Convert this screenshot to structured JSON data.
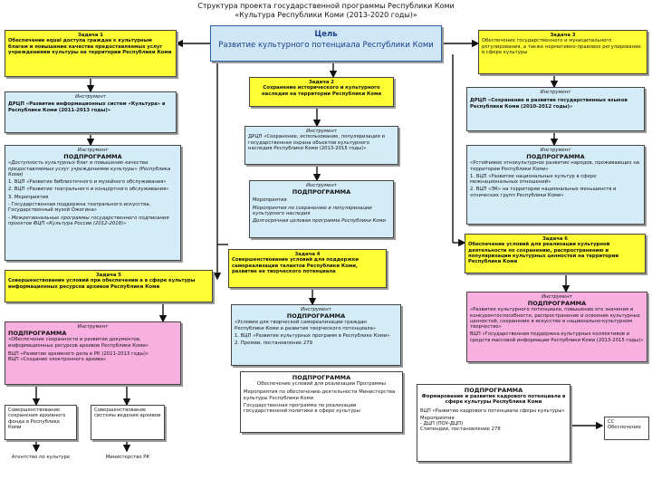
{
  "title": {
    "line1": "Структура проекта государственной программы Республики Коми",
    "line2": "«Культура Республики Коми (2013-2020 годы)»"
  },
  "goal": {
    "label": "Цель",
    "text": "Развитие культурного потенциала Республики Коми"
  },
  "task1": {
    "label": "Задача 1",
    "text": "Обеспечение equal доступа граждан к культурным благам и повышение качества предоставляемых услуг учреждениями культуры на территории Республики Коми"
  },
  "task2": {
    "label": "Задача 2",
    "text": "Сохранение исторического и культурного наследия на территории Республики Коми"
  },
  "task3": {
    "label": "Задача 3",
    "text": "Обеспечение государственного и муниципального регулирования, а также нормативно-правовое регулирование в сфере культуры"
  },
  "task4": {
    "label": "Задача 4",
    "text": "Совершенствование условий для поддержки самореализации талантов Республики Коми, развитие ее творческого потенциала"
  },
  "task5": {
    "label": "Задача 5",
    "text": "Совершенствование условий при обеспечении а в сфере культуры информационных ресурсов архивов Республики Коми"
  },
  "task6": {
    "label": "Задача 6",
    "text": "Обеспечение условий для реализации культурной деятельности по сохранению, распространению и популяризации культурных ценностей на территории Республики Коми"
  },
  "tool1": {
    "label": "Инструмент",
    "text": "ДРЦП «Развитие информационных систем «Культура» в Республике Коми (2011-2013 годы)»"
  },
  "tool2": {
    "label": "Инструмент",
    "text": "ДРЦП «Сохранение и развитие государственных языков Республики Коми (2010-2012 годы)»"
  },
  "tool3": {
    "label": "Инструмент",
    "text": "ДРЦП «Сохранение, использование, популяризация и государственная охрана объектов культурного наследия Республики Коми (2013-2015 годы)»"
  },
  "sub_left": {
    "label": "Инструмент",
    "title": "ПОДПРОГРАММА",
    "lines": [
      "«Доступность культурных благ и повышение качества предоставляемых услуг учреждениями культуры» (Республика Коми)",
      "1.   ВЦП «Развитие библиотечного и музейного обслуживания»",
      "2.   ВЦП «Развитие театрального и концертного обслуживания»",
      "3.   Мероприятия",
      "-    Государственная поддержка театрального искусства, Государственный музей Ожогина»",
      "-    Межрегиональные программы государственного подписания проектов ФЦП «Культура России (2012-2018)»"
    ]
  },
  "sub_mid1": {
    "label": "Инструмент",
    "title": "ПОДПРОГРАММА",
    "lines": [
      "Мероприятия",
      "Мероприятия по сохранению и популяризации культурного наследия",
      "Долгосрочная целевая программа Республики Коми"
    ]
  },
  "sub_right1": {
    "label": "Инструмент",
    "title": "ПОДПРОГРАММА",
    "lines": [
      "«Устойчивое этнокультурное развитие народов, проживающих на территории Республики Коми»",
      "1.   ВЦП «Развитие национальных культур в сфере межнациональных отношений»",
      "2.   ВЦП «ЭК» на территории национальных меньшинств и этнических групп Республики Коми»"
    ]
  },
  "sub_mid2": {
    "label": "Инструмент",
    "title": "ПОДПРОГРАММА",
    "lines": [
      "«Условия для творческой самореализации граждан Республики Коми и развития творческого потенциала»",
      "1.   ВЦП «Развитие культурных программ в Республике Коми»",
      "2.   Премии, постановление 279"
    ]
  },
  "sub_pink_left": {
    "label": "Инструмент",
    "title": "ПОДПРОГРАММА",
    "lines": [
      "«Обеспечение сохранности и развития документов, информационных ресурсов архивов Республики Коми»",
      "ВЦП «Развитие архивного дела в РК (2011-2013 годы)»",
      "ВЦП «Создание электронного архива»"
    ]
  },
  "sub_pink_right": {
    "label": "Инструмент",
    "title": "ПОДПРОГРАММА",
    "lines": [
      "«Развитие культурного потенциала, повышение его значения и конкурентоспособности, распространение и освоение культурных ценностей, сохранение в искусстве и национально-культурном творчестве»",
      "ВЦП «Государственная поддержка культурных коллективов и средств массовой информации Республики Коми (2013-2015 годы)»"
    ]
  },
  "sub_bottom_mid": {
    "title": "ПОДПРОГРАММА",
    "subtitle": "Обеспечение условий для реализации Программы",
    "lines": [
      "Мероприятия по обеспечению деятельности Министерства культуры Республики Коми",
      "Государственная программа по реализации государственной политики в сфере культуры"
    ]
  },
  "sub_bottom_right": {
    "title": "ПОДПРОГРАММА",
    "subtitle": "Формирование и развитие кадрового потенциала в сфере культуры Республики Коми",
    "lines": [
      "ВЦП «Развитие кадрового потенциала сферы культуры»",
      "Мероприятия",
      "- ДЦП (ПОУ-ДЦП)",
      "Стипендии, постановление 278"
    ]
  },
  "bottom_left": {
    "box1": "Совершенствование сохранения архивного фонда в Республике Коми",
    "box2": "Совершенствование системы ведения архивов",
    "out1": "Агентство по культуре",
    "out2": "Министерство РК"
  },
  "far_right": {
    "line1": "СС",
    "line2": "Обеспечение"
  },
  "colors": {
    "blue": "#d4ecf7",
    "yellow": "#ffff33",
    "pink": "#f7b0e0",
    "line": "#111111"
  }
}
